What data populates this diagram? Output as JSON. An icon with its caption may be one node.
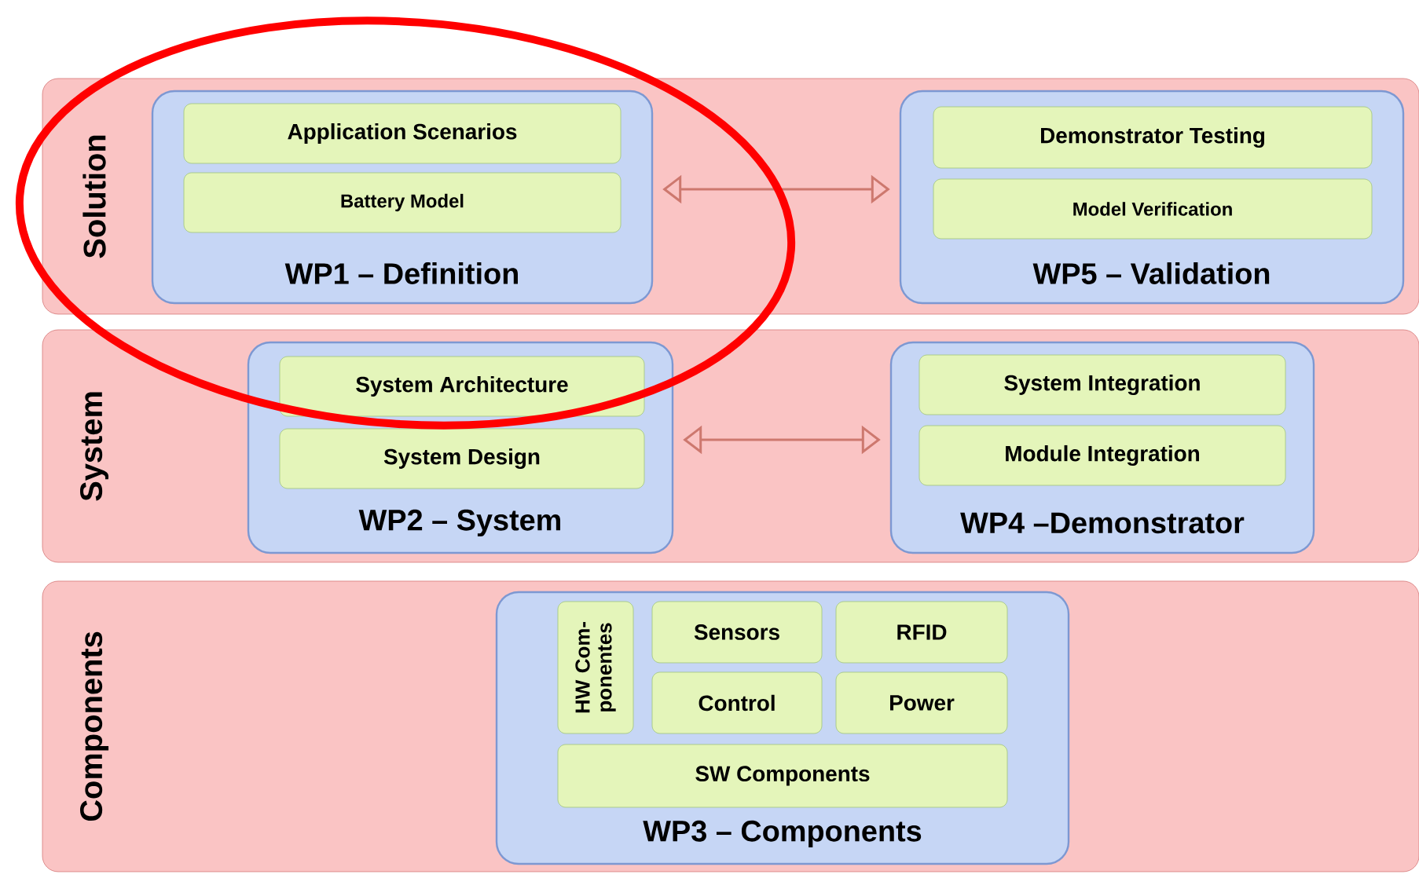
{
  "diagram": {
    "nodes": [
      {
        "text": [
          "Solution"
        ]
      },
      {
        "text": [
          "WP1 – Definition"
        ],
        "in": 0
      },
      {
        "text": [
          "Application Scenarios"
        ],
        "in": 1
      },
      {
        "text": [
          "Battery Model"
        ],
        "in": 1
      },
      {
        "text": [
          "WP5 – Validation"
        ],
        "in": 0
      },
      {
        "text": [
          "Demonstrator Testing"
        ],
        "in": 4
      },
      {
        "text": [
          "Model Verification"
        ],
        "in": 4
      },
      {
        "text": [
          "System"
        ]
      },
      {
        "text": [
          "WP2 – System"
        ],
        "in": 7
      },
      {
        "text": [
          "System Architecture"
        ],
        "in": 8
      },
      {
        "text": [
          "System Design"
        ],
        "in": 8
      },
      {
        "text": [
          "WP4 –Demonstrator"
        ],
        "in": 7
      },
      {
        "text": [
          "System Integration"
        ],
        "in": 11
      },
      {
        "text": [
          "Module Integration"
        ],
        "in": 11
      },
      {
        "text": [
          "Components"
        ]
      },
      {
        "text": [
          "WP3 – Components"
        ],
        "in": 14
      },
      {
        "text": [
          "HW Com- ponentes"
        ],
        "in": 15
      },
      {
        "text": [
          "Sensors"
        ],
        "in": 15
      },
      {
        "text": [
          "RFID"
        ],
        "in": 15
      },
      {
        "text": [
          "Control"
        ],
        "in": 15
      },
      {
        "text": [
          "Power"
        ],
        "in": 15
      },
      {
        "text": [
          "SW Components"
        ],
        "in": 15
      }
    ],
    "edges": [
      {
        "from": 1,
        "to": 4,
        "arrow": "both"
      },
      {
        "from": 8,
        "to": 11,
        "arrow": "both"
      }
    ]
  }
}
